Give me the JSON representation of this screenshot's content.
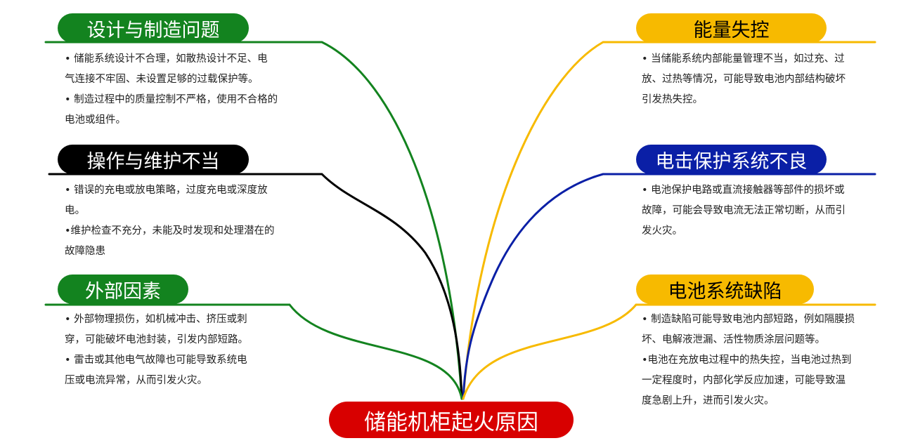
{
  "root": {
    "label": "储能机柜起火原因",
    "color": "#d80000"
  },
  "branches": [
    {
      "title": "设计与制造问题",
      "color": "#13831f",
      "lines": [
        "• 储能系统设计不合理，如散热设计不足、电",
        "气连接不牢固、未设置足够的过载保护等。",
        "• 制造过程中的质量控制不严格，使用不合格的",
        "电池或组件。"
      ]
    },
    {
      "title": "操作与维护不当",
      "color": "#000000",
      "lines": [
        "• 错误的充电或放电策略，过度充电或深度放",
        "电。",
        "•维护检查不充分，未能及时发现和处理潜在的",
        "故障隐患"
      ]
    },
    {
      "title": "外部因素",
      "color": "#13831f",
      "lines": [
        "• 外部物理损伤，如机械冲击、挤压或刺",
        "穿，可能破坏电池封装，引发内部短路。",
        "• 雷击或其他电气故障也可能导致系统电",
        "压或电流异常，从而引发火灾。"
      ]
    },
    {
      "title": "能量失控",
      "color": "#f7ba00",
      "lines": [
        "• 当储能系统内部能量管理不当，如过充、过",
        "放、过热等情况，可能导致电池内部结构破坏",
        "引发热失控。"
      ]
    },
    {
      "title": "电击保护系统不良",
      "color": "#0a1fa6",
      "lines": [
        "• 电池保护电路或直流接触器等部件的损坏或",
        "故障，可能会导致电流无法正常切断，从而引",
        "发火灾。"
      ]
    },
    {
      "title": "电池系统缺陷",
      "color": "#f7ba00",
      "lines": [
        "• 制造缺陷可能导致电池内部短路，例如隔膜损",
        "坏、电解液泄漏、活性物质涂层问题等。",
        "•电池在充放电过程中的热失控，当电池过热到",
        "一定程度时，内部化学反应加速，可能导致温",
        "度急剧上升，进而引发火灾。"
      ]
    }
  ]
}
